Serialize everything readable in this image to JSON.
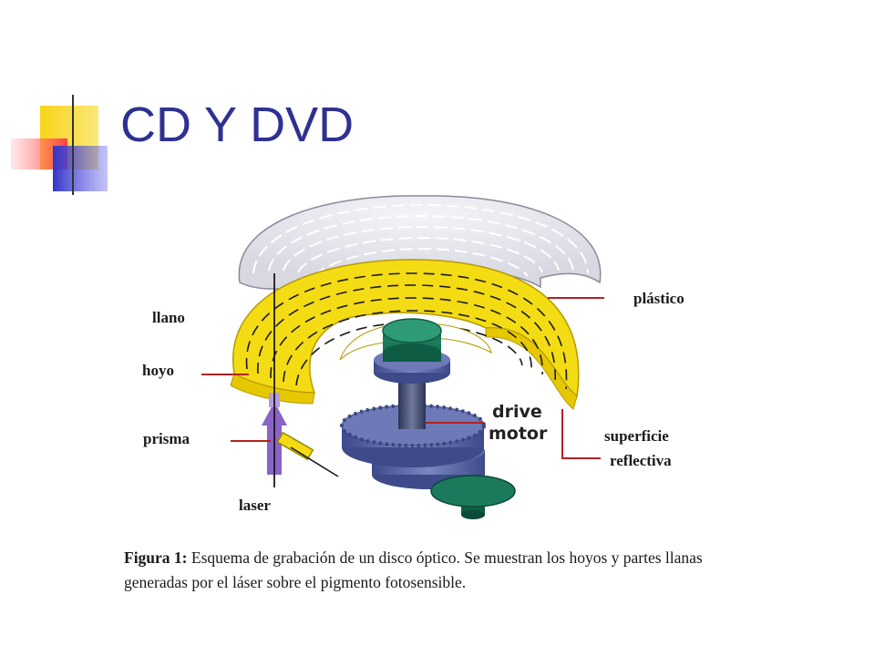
{
  "slide": {
    "title": "CD Y DVD"
  },
  "colors": {
    "title": "#2e3192",
    "accent_yellow": "#f7d417",
    "accent_blue": "#3b3bd0",
    "accent_red": "#ff5c5c",
    "disc_plastic": "#e6e6ee",
    "disc_dye": "#f4dc14",
    "motor_blue": "#5c6aa8",
    "motor_green": "#1b7a5b",
    "leader_red": "#b22222",
    "laser_purple": "#8a63c6"
  },
  "diagram": {
    "labels": {
      "llano": "llano",
      "hoyo": "hoyo",
      "prisma": "prisma",
      "laser": "laser",
      "plastico": "plástico",
      "drive_motor_1": "drive",
      "drive_motor_2": "motor",
      "superficie_1": "superficie",
      "superficie_2": "reflectiva"
    },
    "caption": {
      "lead": "Figura 1:",
      "text": " Esquema de grabación de un disco óptico. Se muestran los hoyos y partes llanas generadas por el láser sobre el pigmento fotosensible."
    }
  }
}
